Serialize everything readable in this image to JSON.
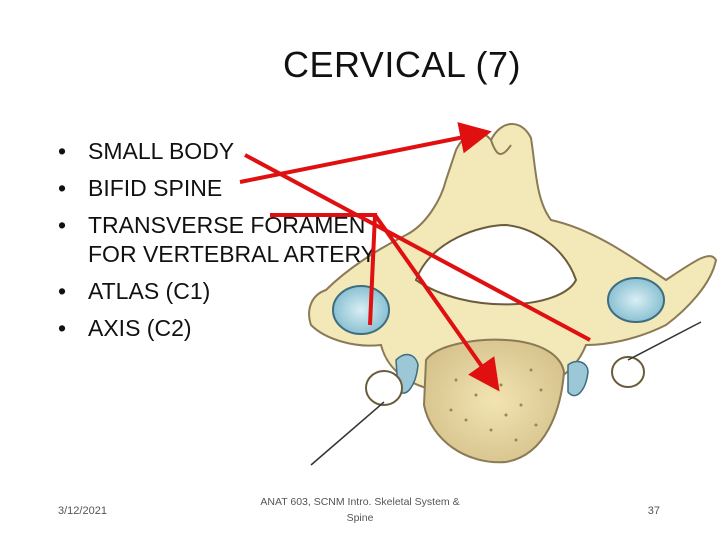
{
  "slide": {
    "title": "CERVICAL (7)",
    "bullets": [
      {
        "marker": "•",
        "text": "SMALL BODY"
      },
      {
        "marker": "•",
        "text": "BIFID SPINE"
      },
      {
        "marker": "•",
        "text": "TRANSVERSE FORAMEN FOR VERTEBRAL ARTERY"
      },
      {
        "marker": "•",
        "text": "ATLAS (C1)"
      },
      {
        "marker": "•",
        "text": "AXIS (C2)"
      }
    ],
    "figure_icon": "cervical-vertebra-illustration",
    "arrow_color": "#e01010",
    "bone_color": "#f3e9b8",
    "bone_outline": "#8a7a55"
  },
  "footer": {
    "date": "3/12/2021",
    "course": "ANAT 603, SCNM Intro. Skeletal System & Spine",
    "page_number": "37"
  }
}
